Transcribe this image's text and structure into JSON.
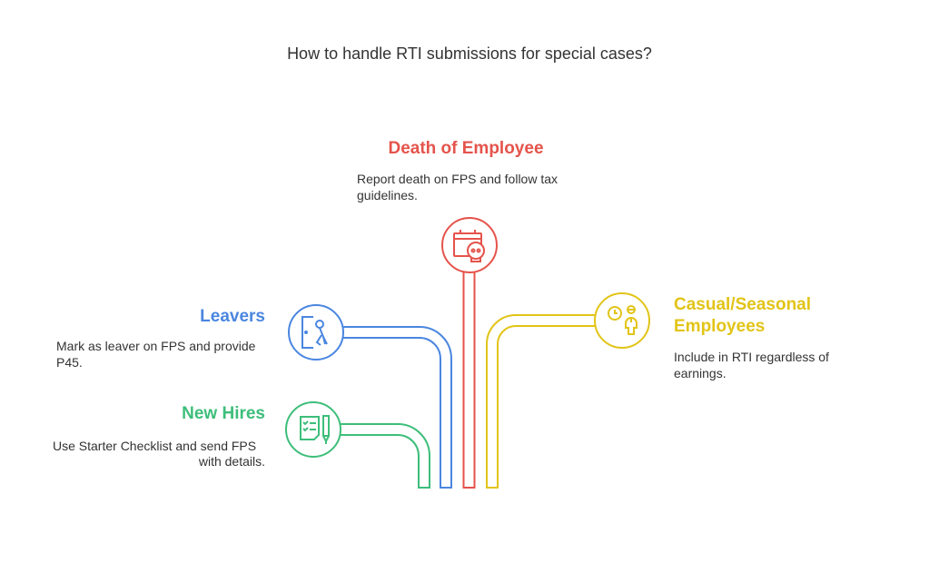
{
  "title": "How to handle RTI submissions for special cases?",
  "colors": {
    "red": "#E5534B",
    "blue": "#4A86E0",
    "green": "#3DBE7A",
    "yellow": "#E2C417"
  },
  "items": [
    {
      "heading": "Death of Employee",
      "line1": "Report death on FPS and follow tax",
      "line2": "guidelines.",
      "icon": "calendar-skull-icon"
    },
    {
      "heading": "Leavers",
      "line1": "Mark as leaver on FPS and provide",
      "line2": "P45.",
      "icon": "person-leaving-door-icon"
    },
    {
      "heading": "New Hires",
      "line1": "Use Starter Checklist and send FPS",
      "line2": "with details.",
      "icon": "checklist-pen-icon"
    },
    {
      "heading1": "Casual/Seasonal",
      "heading2": "Employees",
      "line1": "Include in RTI regardless of",
      "line2": "earnings.",
      "icon": "clock-person-icon"
    }
  ]
}
